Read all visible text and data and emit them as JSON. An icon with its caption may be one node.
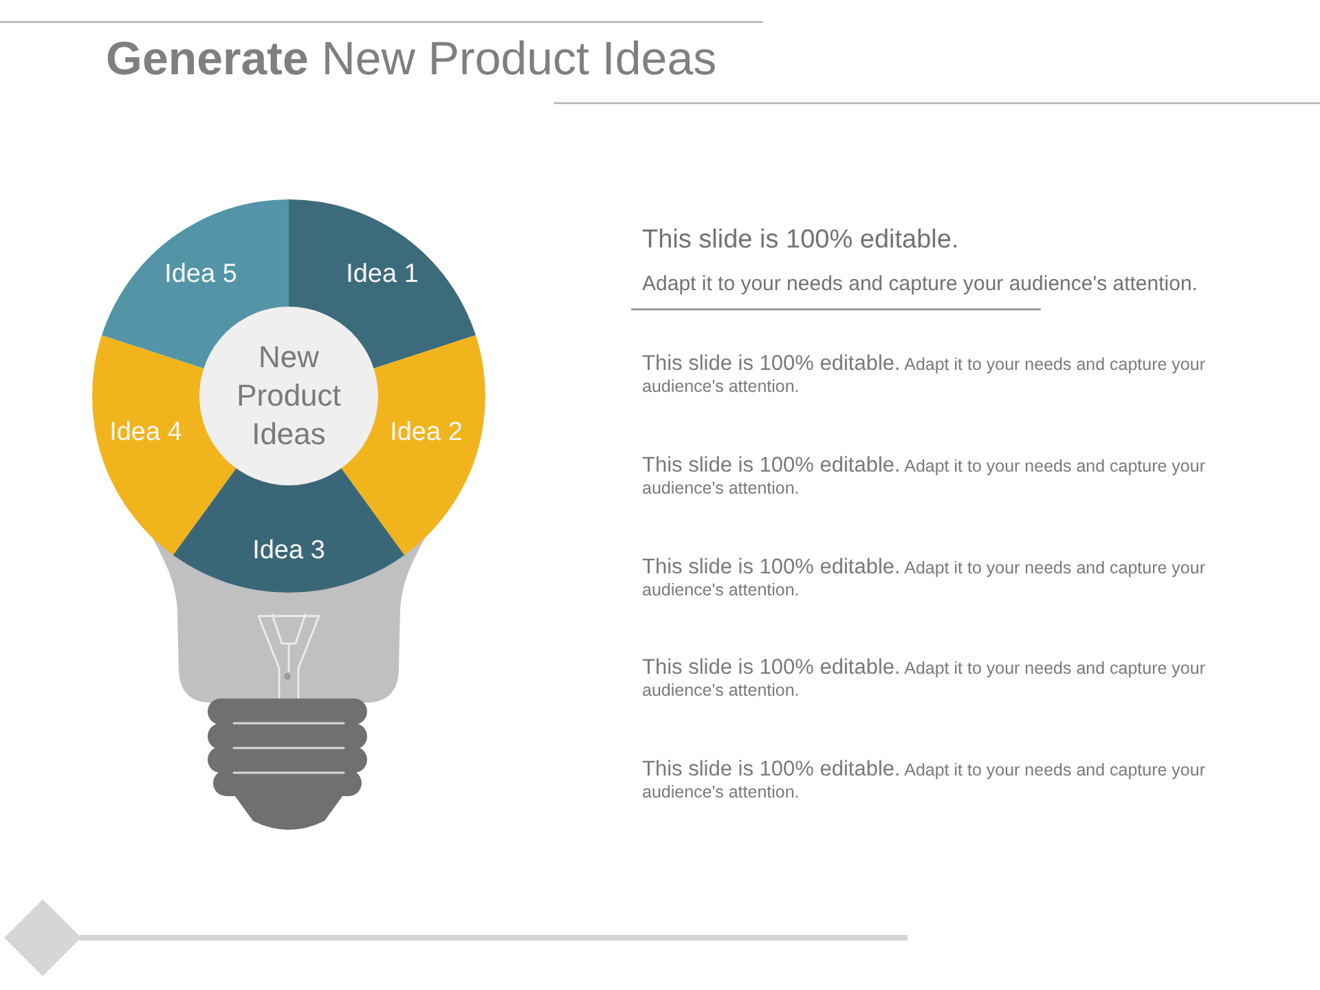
{
  "diagram": {
    "title": "**Generate** New Product Ideas",
    "nodes": [
      {
        "text": [
          "New Product Ideas"
        ]
      },
      {
        "text": [
          "Idea 1"
        ]
      },
      {
        "text": [
          "Idea 2"
        ]
      },
      {
        "text": [
          "Idea 3"
        ]
      },
      {
        "text": [
          "Idea 4"
        ]
      },
      {
        "text": [
          "Idea 5"
        ]
      }
    ],
    "labels": [
      "This slide is 100% editable.",
      "Adapt it to your needs and capture your audience's attention.",
      "This slide is 100% editable. Adapt it to your needs and capture your audience's attention.",
      "This slide is 100% editable. Adapt it to your needs and capture your audience's attention.",
      "This slide is 100% editable. Adapt it to your needs and capture your audience's attention.",
      "This slide is 100% editable. Adapt it to your needs and capture your audience's attention.",
      "This slide is 100% editable. Adapt it to your needs and capture your audience's attention."
    ]
  }
}
